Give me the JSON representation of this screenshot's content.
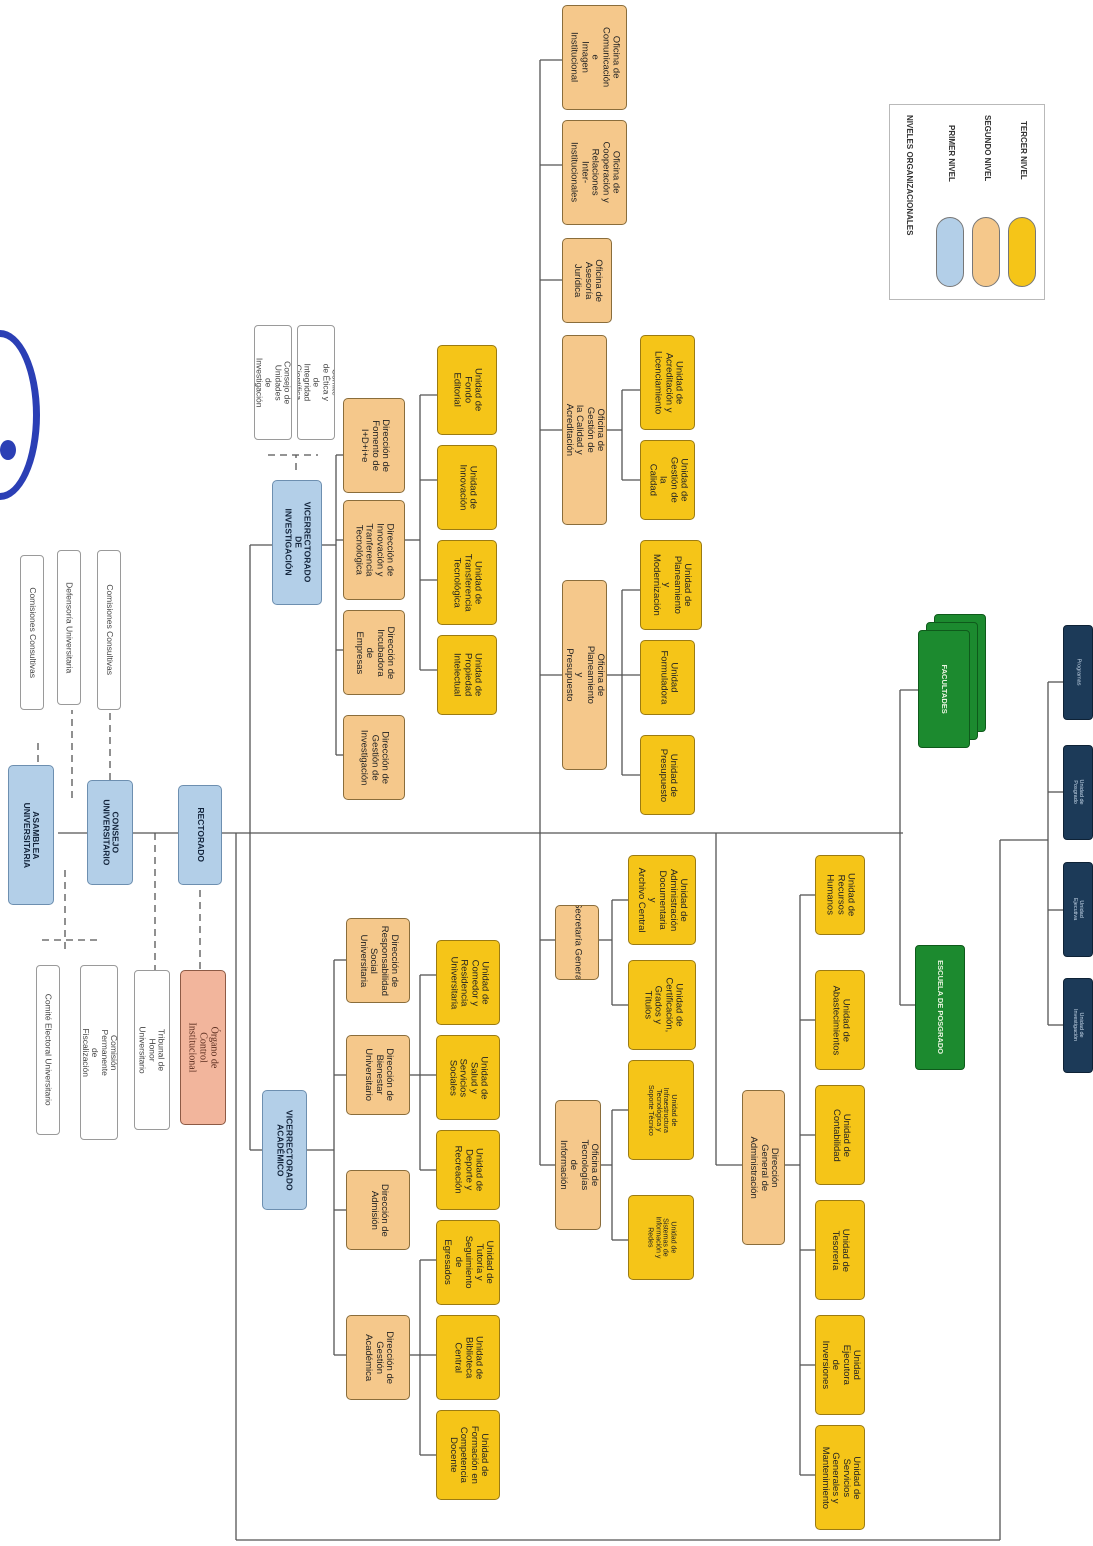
{
  "nodes": {
    "asamblea": "ASAMBLEA UNIVERSITARIA",
    "consejo": "CONSEJO\nUNIVERSITARIO",
    "rectorado": "RECTORADO",
    "comisiones1": "Comisiones Consultivas",
    "defensoria": "Defensoría Universitaria",
    "comisiones2": "Comisiones Consultivas",
    "comite_electoral": "Comité Electoral Universitario",
    "comision_fiscalizacion": "Comisión Permanente de\nFiscalización",
    "tribunal": "Tribunal de Honor\nUniversitario",
    "control": "Órgano de Control\nInstitucional",
    "vice_investigacion": "VICERRECTORADO DE\nINVESTIGACIÓN",
    "consejo_unidades": "Consejo de Unidades\nde Investigación",
    "comite_etica": "Comité de Ética y de\nIntegridad Científica",
    "dir_fomento": "Dirección de\nFomento de\nI+D+i+e",
    "dir_innovacion": "Dirección de\nInnovación y\nTranferencia\nTecnológica",
    "dir_incubadora": "Dirección de\nIncubadora de\nEmpresas",
    "dir_gestion_inv": "Dirección de\nGestión de\nInvestigación",
    "u_fondo": "Unidad de\nFondo Editorial",
    "u_innovacion": "Unidad de\nInnovación",
    "u_transferencia": "Unidad de\nTransferencia\nTecnológica",
    "u_propiedad": "Unidad de\nPropiedad\nIntelectual",
    "of_comunicacion": "Oficina de\nComunicación e\nImagen\nInstitucional",
    "of_cooperacion": "Oficina de\nCooperación y\nRelaciones Inter-\nInstitucionales",
    "of_asesoria": "Oficina de\nAsesoría\nJurídica",
    "of_calidad": "Oficina de Gestión de la Calidad y\nAcreditación",
    "u_acreditacion": "Unidad de\nAcreditación y\nLicenciamiento",
    "u_gestion_calidad": "Unidad de\nGestión de la\nCalidad",
    "of_planeamiento": "Oficina de Planeamiento y\nPresupuesto",
    "u_planeamiento": "Unidad de\nPlaneamiento y\nModernización",
    "u_formuladora": "Unidad\nFormuladora",
    "u_presupuesto": "Unidad de\nPresupuesto",
    "secretaria": "Secretaría General",
    "u_administracion_doc": "Unidad de\nAdministración\nDocumentaria y\nArchivo Central",
    "u_certificacion": "Unidad de\nCertificación,\nGrados y\nTítulos",
    "of_tecnologias": "Oficina de Tecnologías\nde Información",
    "u_infraestructura": "Unidad de\nInfraestructura\nTecnológica y\nSoporte Técnico",
    "u_sistemas": "Unidad de\nSistemas de\nInformación y\nRedes",
    "vice_academico": "VICERRECTORADO\nACADÉMICO",
    "dir_responsabilidad": "Dirección de\nResponsabilidad\nSocial\nUniversitaria",
    "dir_bienestar": "Dirección de\nBienestar\nUniversitario",
    "dir_admision": "Dirección de\nAdmisión",
    "dir_gestion_acad": "Dirección de\nGestión\nAcadémica",
    "u_comedor": "Unidad de\nComedor y\nResidencia\nUniversitaria",
    "u_salud": "Unidad de\nSalud y\nServicios\nSociales",
    "u_deporte": "Unidad de\nDeporte y\nRecreación",
    "u_tutoria": "Unidad de\nTutoría y\nSeguimiento de\nEgresados",
    "u_biblioteca": "Unidad de\nBiblioteca\nCentral",
    "u_formacion": "Unidad de\nFormación en\nCompetencia\nDocente",
    "dir_administracion": "Dirección General de\nAdministración",
    "u_rrhh": "Unidad de\nRecursos\nHumanos",
    "u_abastecimientos": "Unidad de\nAbastecimientos",
    "u_contabilidad": "Unidad de\nContabilidad",
    "u_tesoreria": "Unidad de\nTesorería",
    "u_ejecutora": "Unidad Ejecutora\nde Inversiones",
    "u_servicios": "Unidad de Servicios\nGenerales y\nMantenimiento",
    "facultades": "FACULTADES",
    "posgrado": "ESCUELA DE POSGRADO",
    "navy1": "Programas",
    "navy2": "Unidad de Posgrado",
    "navy3": "Unidad Ejecutiva",
    "navy4": "Unidad de\nInvestigación"
  },
  "legend": {
    "title": "NIVELES ORGANIZACIONALES",
    "items": [
      {
        "label": "PRIMER NIVEL",
        "color": "#b3cfe8"
      },
      {
        "label": "SEGUNDO NIVEL",
        "color": "#f5c88b"
      },
      {
        "label": "TERCER NIVEL",
        "color": "#f5c518"
      }
    ]
  }
}
